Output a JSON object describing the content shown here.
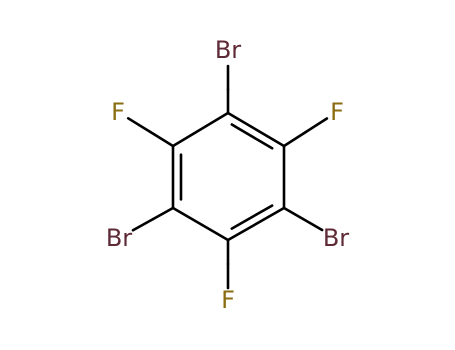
{
  "molecule": {
    "atoms": [
      {
        "id": "C1",
        "element": "C",
        "label": ""
      },
      {
        "id": "C2",
        "element": "C",
        "label": ""
      },
      {
        "id": "C3",
        "element": "C",
        "label": ""
      },
      {
        "id": "C4",
        "element": "C",
        "label": ""
      },
      {
        "id": "C5",
        "element": "C",
        "label": ""
      },
      {
        "id": "C6",
        "element": "C",
        "label": ""
      },
      {
        "id": "Br1",
        "element": "Br",
        "label": "Br"
      },
      {
        "id": "F1",
        "element": "F",
        "label": "F"
      },
      {
        "id": "F2",
        "element": "F",
        "label": "F"
      },
      {
        "id": "Br2",
        "element": "Br",
        "label": "Br"
      },
      {
        "id": "Br3",
        "element": "Br",
        "label": "Br"
      },
      {
        "id": "F3",
        "element": "F",
        "label": "F"
      }
    ],
    "bonds": [
      {
        "a": "C1",
        "b": "C2",
        "order": 2
      },
      {
        "a": "C2",
        "b": "C3",
        "order": 1
      },
      {
        "a": "C3",
        "b": "C4",
        "order": 2
      },
      {
        "a": "C4",
        "b": "C5",
        "order": 1
      },
      {
        "a": "C5",
        "b": "C6",
        "order": 2
      },
      {
        "a": "C6",
        "b": "C1",
        "order": 1
      },
      {
        "a": "C1",
        "b": "Br1",
        "order": 1
      },
      {
        "a": "C2",
        "b": "F2",
        "order": 1
      },
      {
        "a": "C3",
        "b": "Br2",
        "order": 1
      },
      {
        "a": "C4",
        "b": "F3",
        "order": 1
      },
      {
        "a": "C5",
        "b": "Br3",
        "order": 1
      },
      {
        "a": "C6",
        "b": "F1",
        "order": 1
      }
    ]
  },
  "colors": {
    "bond": "#000000",
    "Br": "#5e2a35",
    "F": "#8a6d13"
  }
}
